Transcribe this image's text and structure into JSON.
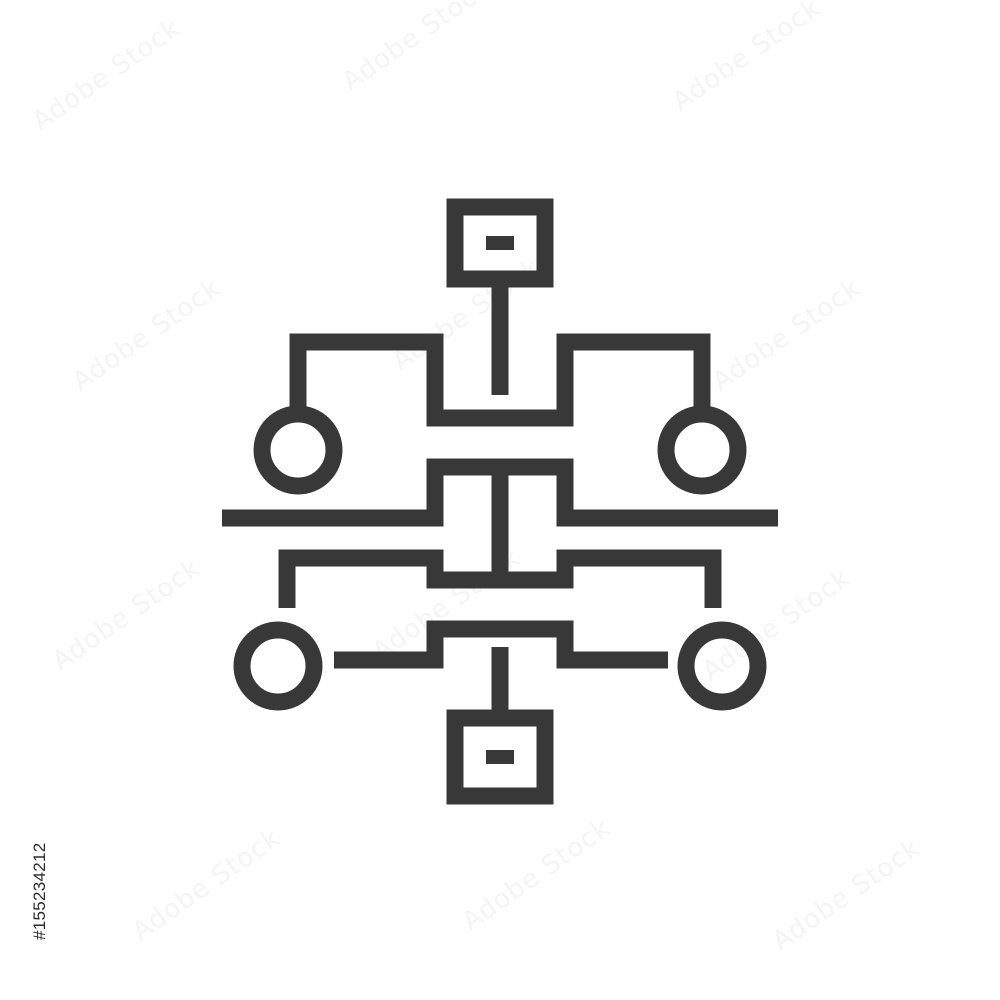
{
  "image": {
    "stock_id_label": "#155234212",
    "watermark_text": "Adobe Stock"
  },
  "colors": {
    "background": "#ffffff",
    "stroke": "#383838"
  },
  "icon": {
    "name": "hierarchy-flowchart-icon",
    "style": "outline"
  }
}
